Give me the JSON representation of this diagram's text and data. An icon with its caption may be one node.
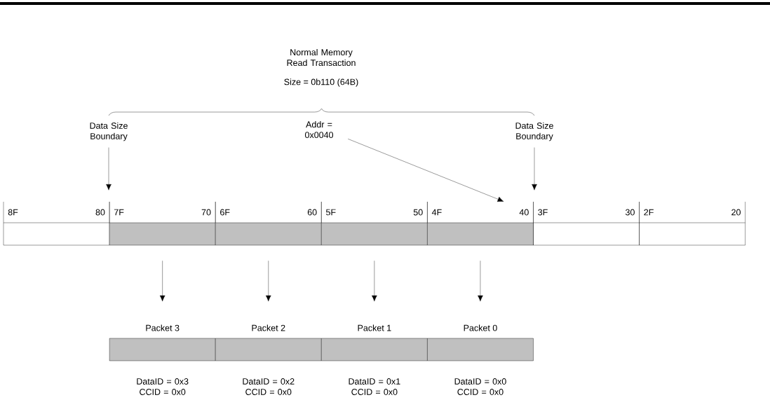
{
  "diagram": {
    "nodes": [
      {
        "text": [
          "Data Size Boundary"
        ]
      },
      {
        "text": [
          "Data Size Boundary"
        ]
      },
      {
        "text": [
          "Addr = 0x0040"
        ]
      },
      {
        "text": [
          "8F",
          "80"
        ]
      },
      {
        "text": [
          "7F",
          "70"
        ]
      },
      {
        "text": [
          "6F",
          "60"
        ]
      },
      {
        "text": [
          "5F",
          "50"
        ]
      },
      {
        "text": [
          "4F",
          "40"
        ]
      },
      {
        "text": [
          "3F",
          "30"
        ]
      },
      {
        "text": [
          "2F",
          "20"
        ]
      },
      {
        "text": [
          "Packet 3"
        ],
        "beside": [
          "DataID = 0x3 CCID = 0x0"
        ]
      },
      {
        "text": [
          "Packet 2"
        ],
        "beside": [
          "DataID = 0x2 CCID = 0x0"
        ]
      },
      {
        "text": [
          "Packet 1"
        ],
        "beside": [
          "DataID = 0x1 CCID = 0x0"
        ]
      },
      {
        "text": [
          "Packet 0"
        ],
        "beside": [
          "DataID = 0x0 CCID = 0x0"
        ]
      }
    ],
    "edges": [
      {
        "from": 0,
        "to": null,
        "arrow": "to"
      },
      {
        "from": 1,
        "to": null,
        "arrow": "to"
      },
      {
        "from": 2,
        "to": 7,
        "arrow": "to"
      },
      {
        "from": 4,
        "to": 10,
        "arrow": "to"
      },
      {
        "from": 5,
        "to": 11,
        "arrow": "to"
      },
      {
        "from": 6,
        "to": 12,
        "arrow": "to"
      },
      {
        "from": 7,
        "to": 13,
        "arrow": "to"
      }
    ],
    "labels": [
      "Normal Memory Read Transaction",
      "Size = 0b110 (64B)"
    ]
  }
}
